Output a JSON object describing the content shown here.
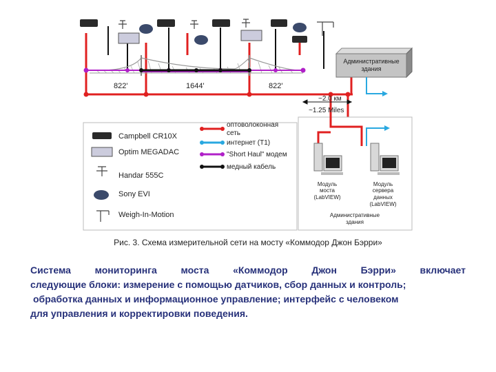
{
  "diagram": {
    "span_labels": [
      "822'",
      "1644'",
      "822'"
    ],
    "distance_km": "~2.0 км",
    "distance_miles": "~1.25 Miles",
    "admin_building_top": "Административные здания",
    "legend_devices": [
      "Campbell CR10X",
      "Optim MEGADAC",
      "Handar 555C",
      "Sony EVI",
      "Weigh-In-Motion"
    ],
    "legend_lines": [
      {
        "label": "оптоволоконная сеть",
        "color": "#e02020"
      },
      {
        "label": "интернет (T1)",
        "color": "#29a8e0"
      },
      {
        "label": "\"Short Haul\" модем",
        "color": "#b020c8"
      },
      {
        "label": "медный кабель",
        "color": "#111111"
      }
    ],
    "module_bridge": "Модуль моста (LabVIEW)",
    "module_server": "Модуль сервера данных (LabVIEW)",
    "admin_building_bottom": "Административные здания"
  },
  "caption": "Рис. 3. Схема измерительной сети на мосту «Коммодор Джон Бэрри»",
  "text_lines": [
    "Система мониторинга моста «Коммодор Джон Бэрри» включает",
    "следующие блоки: измерение с помощью датчиков, сбор данных и контроль;",
    "обработка данных и информационное управление; интерфейс с человеком",
    "для управления и корректировки поведения."
  ]
}
